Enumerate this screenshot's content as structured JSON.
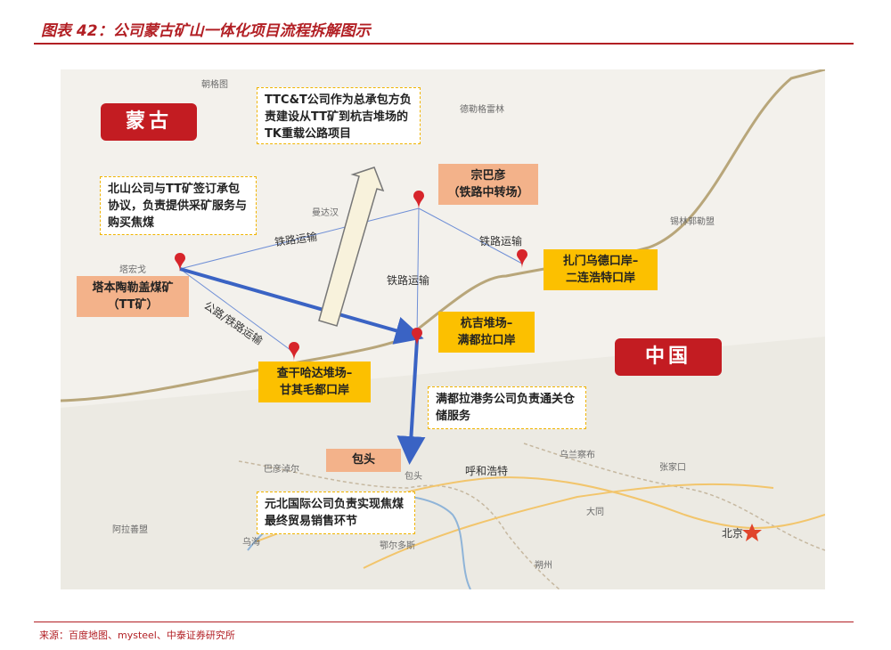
{
  "title": "图表 42：公司蒙古矿山一体化项目流程拆解图示",
  "countries": {
    "mongolia": "蒙古",
    "china": "中国"
  },
  "notes": {
    "ttct": "TTC&T公司作为总承包方负责建设从TT矿到杭吉堆场的TK重载公路项目",
    "beishan": "北山公司与TT矿签订承包协议，负责提供采矿服务与购买焦煤",
    "mandula": "满都拉港务公司负责通关仓储服务",
    "yuanbei": "元北国际公司负责实现焦煤最终贸易销售环节"
  },
  "nodes": {
    "tt_mine_line1": "塔本陶勒盖煤矿",
    "tt_mine_line2": "（TT矿）",
    "zongbayan_line1": "宗巴彦",
    "zongbayan_line2": "（铁路中转场）",
    "zamen_line1": "扎门乌德口岸–",
    "zamen_line2": "二连浩特口岸",
    "hangji_line1": "杭吉堆场–",
    "hangji_line2": "满都拉口岸",
    "gashuun_line1": "查干哈达堆场–",
    "gashuun_line2": "甘其毛都口岸",
    "baotou": "包头"
  },
  "routes": {
    "rail1": "铁路运输",
    "rail2": "铁路运输",
    "rail3": "铁路运输",
    "road_rail": "公路/铁路运输"
  },
  "places": [
    "朝格图",
    "德勒格雷林",
    "曼达汉",
    "锡林郭勒盟",
    "塔宏戈",
    "巴彦淖尔",
    "呼和浩特",
    "乌兰察布",
    "张家口",
    "北京",
    "阿拉善盟",
    "乌海",
    "鄂尔多斯",
    "大同",
    "朔州",
    "包头"
  ],
  "source": "来源：百度地图、mysteel、中泰证券研究所",
  "colors": {
    "accent": "#b21f24",
    "route": "#3a63c4",
    "orange": "#f3b28a",
    "yellow": "#fcc000"
  }
}
